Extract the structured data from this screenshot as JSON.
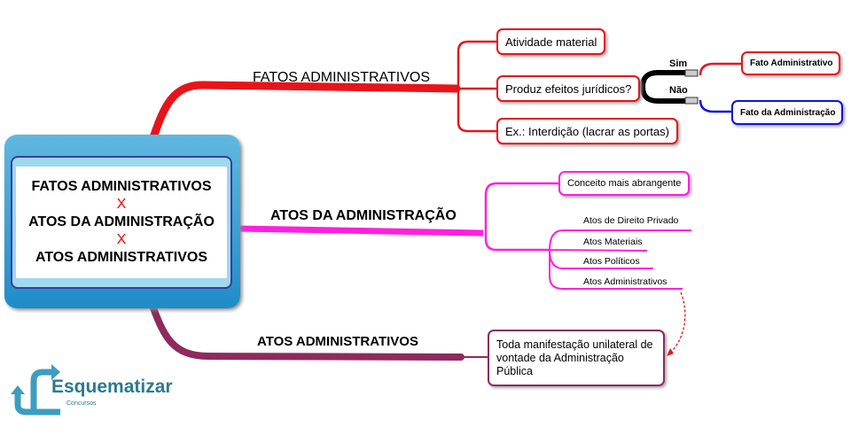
{
  "central": {
    "line1": "FATOS ADMINISTRATIVOS",
    "x1": "X",
    "line2": "ATOS DA ADMINISTRAÇÃO",
    "x2": "X",
    "line3": "ATOS ADMINISTRATIVOS"
  },
  "branches": {
    "fatos": {
      "label": "FATOS ADMINISTRATIVOS",
      "color": "#e8141a",
      "items": [
        "Atividade material",
        "Produz efeitos jurídicos?",
        "Ex.: Interdição (lacrar as portas)"
      ],
      "decision": {
        "yes_label": "Sim",
        "yes_result": "Fato Administrativo",
        "no_label": "Não",
        "no_result": "Fato da Administração"
      }
    },
    "atos_adm": {
      "label": "ATOS DA ADMINISTRAÇÃO",
      "color": "#ff1fe0",
      "box": "Conceito mais abrangente",
      "items": [
        "Atos de Direito Privado",
        "Atos Materiais",
        "Atos Políticos",
        "Atos Administrativos"
      ]
    },
    "atos_administrativos": {
      "label": "ATOS ADMINISTRATIVOS",
      "color": "#8e2a5e",
      "box": "Toda manifestação unilateral de vontade da Administração Pública"
    }
  },
  "logo": {
    "name": "Esquematizar",
    "sub": "Concursos"
  }
}
